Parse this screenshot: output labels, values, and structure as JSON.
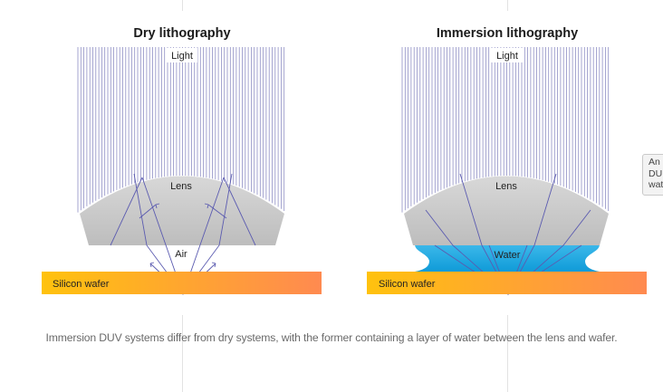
{
  "panels": [
    {
      "title": "Dry lithography",
      "light_label": "Light",
      "lens_label": "Lens",
      "medium_label": "Air",
      "wafer_label": "Silicon wafer"
    },
    {
      "title": "Immersion lithography",
      "light_label": "Light",
      "lens_label": "Lens",
      "medium_label": "Water",
      "wafer_label": "Silicon wafer"
    }
  ],
  "caption": "Immersion DUV systems differ from dry systems, with the former containing a layer of water between the lens and wafer.",
  "tooltip": {
    "lines": [
      "An",
      "DU",
      "wat"
    ]
  },
  "colors": {
    "light_rays": "#8f8fc4",
    "ray_paths": "#5b5bb0",
    "lens": "#c9c9c9",
    "water": "#1aa6e0",
    "wafer_start": "#ffc20e",
    "wafer_end": "#ff8a50"
  }
}
